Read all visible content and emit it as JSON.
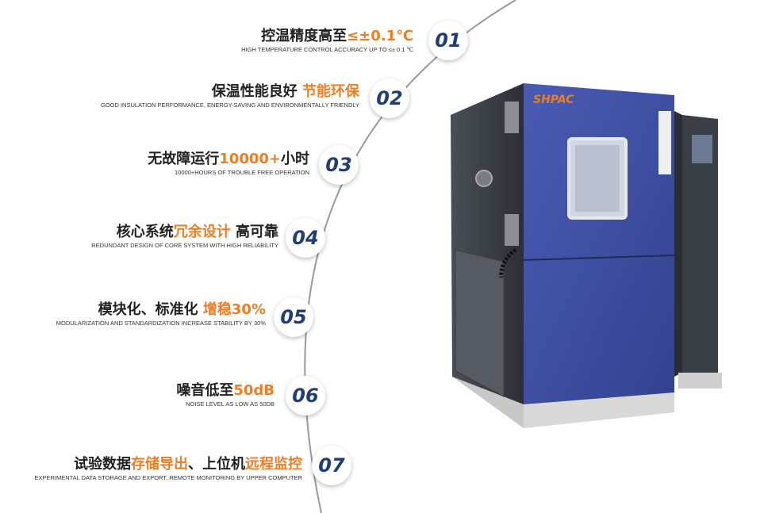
{
  "brand": "SHPAC",
  "features": [
    {
      "num": "01",
      "title_pre": "控温精度高至",
      "title_hl": "≤±0.1℃",
      "title_post": "",
      "sub": "HIGH TEMPERATURE CONTROL ACCURACY UP TO ≤± 0.1 ℃"
    },
    {
      "num": "02",
      "title_pre": "保温性能良好 ",
      "title_hl": "节能环保",
      "title_post": "",
      "sub": "GOOD INSULATION PERFORMANCE, ENERGY-SAVING AND ENVIRONMENTALLY FRIENDLY"
    },
    {
      "num": "03",
      "title_pre": "无故障运行",
      "title_hl": "10000+",
      "title_post": "小时",
      "sub": "10000+HOURS OF TROUBLE FREE OPERATION"
    },
    {
      "num": "04",
      "title_pre": "核心系统",
      "title_hl": "冗余设计",
      "title_post": " 高可靠",
      "sub": "REDUNDANT DESIGN OF CORE SYSTEM WITH HIGH RELIABILITY"
    },
    {
      "num": "05",
      "title_pre": "模块化、标准化 ",
      "title_hl": "增稳30%",
      "title_post": "",
      "sub": "MODULARIZATION AND STANDARDIZATION INCREASE STABILITY BY 30%"
    },
    {
      "num": "06",
      "title_pre": "噪音低至",
      "title_hl": "50dB",
      "title_post": "",
      "sub": "NOISE LEVEL AS LOW AS 50dB"
    },
    {
      "num": "07",
      "title_pre": "试验数据",
      "title_hl": "存储导出",
      "title_post": "、上位机",
      "title_hl2": "远程监控",
      "sub": "EXPERIMENTAL DATA STORAGE AND EXPORT, REMOTE MONITORING BY UPPER COMPUTER"
    }
  ],
  "colors": {
    "accent": "#ee7d23",
    "number": "#1f3d78",
    "chamber": "#3b4ba0"
  }
}
